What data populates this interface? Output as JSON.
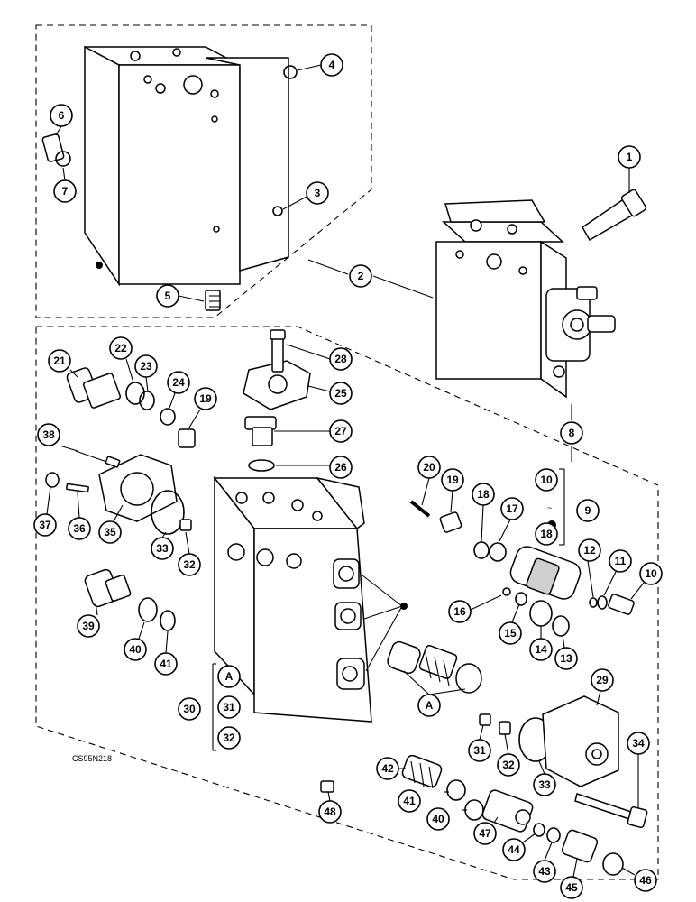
{
  "diagram": {
    "drawing_code": "CS95N218",
    "colors": {
      "ink": "#000000",
      "paper": "#ffffff",
      "shade": "#cfcfcf"
    },
    "callouts": [
      {
        "id": "1",
        "label": "1"
      },
      {
        "id": "2",
        "label": "2"
      },
      {
        "id": "3",
        "label": "3"
      },
      {
        "id": "4",
        "label": "4"
      },
      {
        "id": "5",
        "label": "5"
      },
      {
        "id": "6",
        "label": "6"
      },
      {
        "id": "7",
        "label": "7"
      },
      {
        "id": "8",
        "label": "8"
      },
      {
        "id": "9",
        "label": "9"
      },
      {
        "id": "10a",
        "label": "10"
      },
      {
        "id": "18a",
        "label": "18"
      },
      {
        "id": "10b",
        "label": "10"
      },
      {
        "id": "11",
        "label": "11"
      },
      {
        "id": "12",
        "label": "12"
      },
      {
        "id": "13",
        "label": "13"
      },
      {
        "id": "14",
        "label": "14"
      },
      {
        "id": "15",
        "label": "15"
      },
      {
        "id": "16",
        "label": "16"
      },
      {
        "id": "17",
        "label": "17"
      },
      {
        "id": "18b",
        "label": "18"
      },
      {
        "id": "19a",
        "label": "19"
      },
      {
        "id": "19b",
        "label": "19"
      },
      {
        "id": "20",
        "label": "20"
      },
      {
        "id": "21",
        "label": "21"
      },
      {
        "id": "22",
        "label": "22"
      },
      {
        "id": "23",
        "label": "23"
      },
      {
        "id": "24",
        "label": "24"
      },
      {
        "id": "25",
        "label": "25"
      },
      {
        "id": "26",
        "label": "26"
      },
      {
        "id": "27",
        "label": "27"
      },
      {
        "id": "28",
        "label": "28"
      },
      {
        "id": "29",
        "label": "29"
      },
      {
        "id": "30",
        "label": "30"
      },
      {
        "id": "A1",
        "label": "A"
      },
      {
        "id": "31a",
        "label": "31"
      },
      {
        "id": "32a",
        "label": "32"
      },
      {
        "id": "A2",
        "label": "A"
      },
      {
        "id": "31b",
        "label": "31"
      },
      {
        "id": "32b",
        "label": "32"
      },
      {
        "id": "32c",
        "label": "32"
      },
      {
        "id": "33a",
        "label": "33"
      },
      {
        "id": "33b",
        "label": "33"
      },
      {
        "id": "34",
        "label": "34"
      },
      {
        "id": "35",
        "label": "35"
      },
      {
        "id": "36",
        "label": "36"
      },
      {
        "id": "37",
        "label": "37"
      },
      {
        "id": "38",
        "label": "38"
      },
      {
        "id": "39",
        "label": "39"
      },
      {
        "id": "40a",
        "label": "40"
      },
      {
        "id": "40b",
        "label": "40"
      },
      {
        "id": "41a",
        "label": "41"
      },
      {
        "id": "41b",
        "label": "41"
      },
      {
        "id": "42",
        "label": "42"
      },
      {
        "id": "43",
        "label": "43"
      },
      {
        "id": "44",
        "label": "44"
      },
      {
        "id": "45",
        "label": "45"
      },
      {
        "id": "46",
        "label": "46"
      },
      {
        "id": "47",
        "label": "47"
      },
      {
        "id": "48",
        "label": "48"
      }
    ]
  }
}
